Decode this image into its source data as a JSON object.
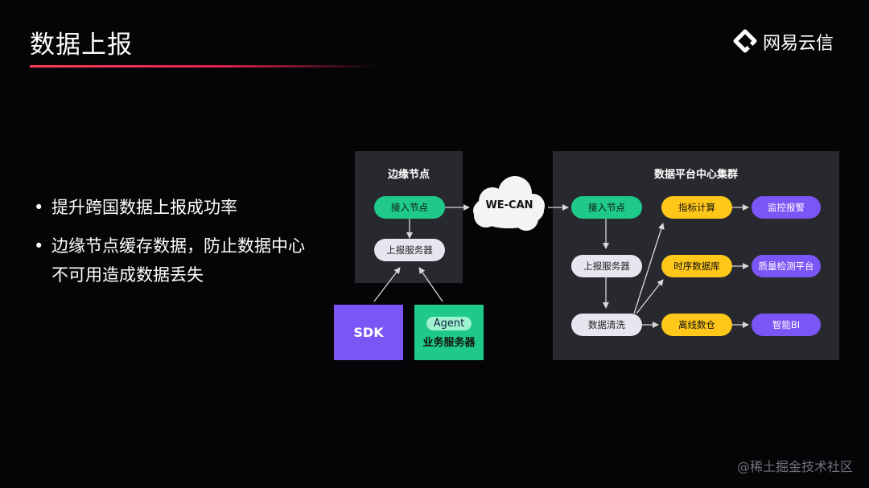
{
  "header": {
    "title": "数据上报",
    "logo_text": "网易云信"
  },
  "bullets": [
    "提升跨国数据上报成功率",
    "边缘节点缓存数据，防止数据中心",
    "不可用造成数据丢失"
  ],
  "edge_panel": {
    "title": "边缘节点",
    "access_node": "接入节点",
    "report_server": "上报服务器"
  },
  "clients": {
    "sdk": "SDK",
    "agent": "Agent",
    "business_server": "业务服务器"
  },
  "network": {
    "cloud": "WE-CAN"
  },
  "dc_panel": {
    "title": "数据平台中心集群",
    "access_node": "接入节点",
    "report_server": "上报服务器",
    "data_clean": "数据清洗",
    "metric_calc": "指标计算",
    "tsdb": "时序数据库",
    "offline_dw": "离线数仓",
    "monitor_alert": "监控报警",
    "quality_platform": "质量检测平台",
    "smart_bi": "智能BI"
  },
  "watermark": "@稀土掘金技术社区",
  "colors": {
    "green": "#1fc98a",
    "yellow": "#ffc71a",
    "purple": "#7b55f5",
    "light": "#e6e6f0",
    "panel": "#27292e",
    "accent": "#ff3b5c"
  }
}
